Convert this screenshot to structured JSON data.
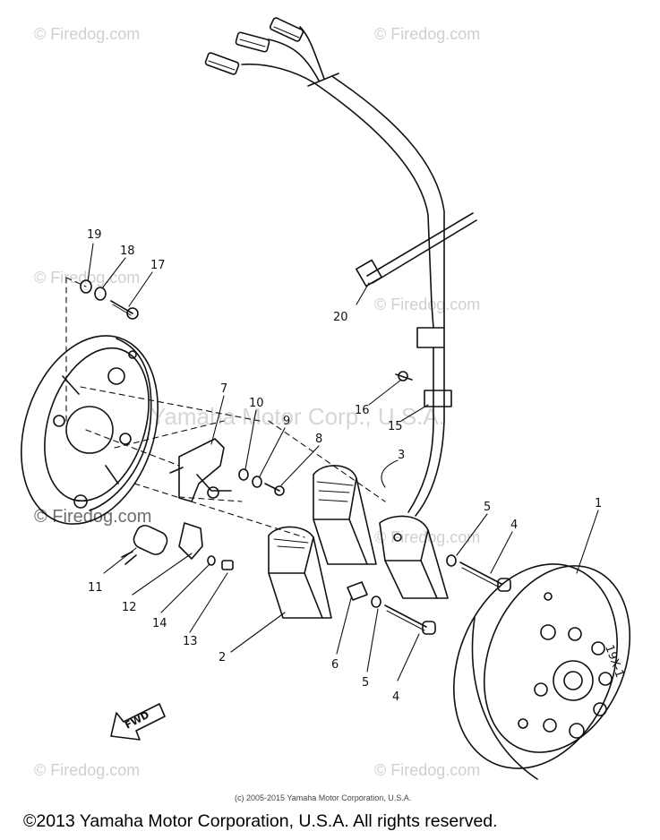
{
  "watermarks": {
    "firedog": "© Firedog.com",
    "overlay": "Yamaha Motor Corp., U.S.A."
  },
  "labels": {
    "p1": "1",
    "p2": "2",
    "p3": "3",
    "p4a": "4",
    "p4b": "4",
    "p5a": "5",
    "p5b": "5",
    "p6": "6",
    "p7": "7",
    "p8": "8",
    "p9": "9",
    "p10": "10",
    "p11": "11",
    "p12": "12",
    "p13": "13",
    "p14": "14",
    "p15": "15",
    "p16": "16",
    "p17": "17",
    "p18": "18",
    "p19": "19",
    "p20": "20"
  },
  "rotor_marking": "19X-1",
  "arrow_label": "FWD",
  "fine_print": "(c) 2005-2015 Yamaha Motor Corporation, U.S.A.",
  "copyright": "©2013 Yamaha Motor Corporation, U.S.A. All rights reserved."
}
